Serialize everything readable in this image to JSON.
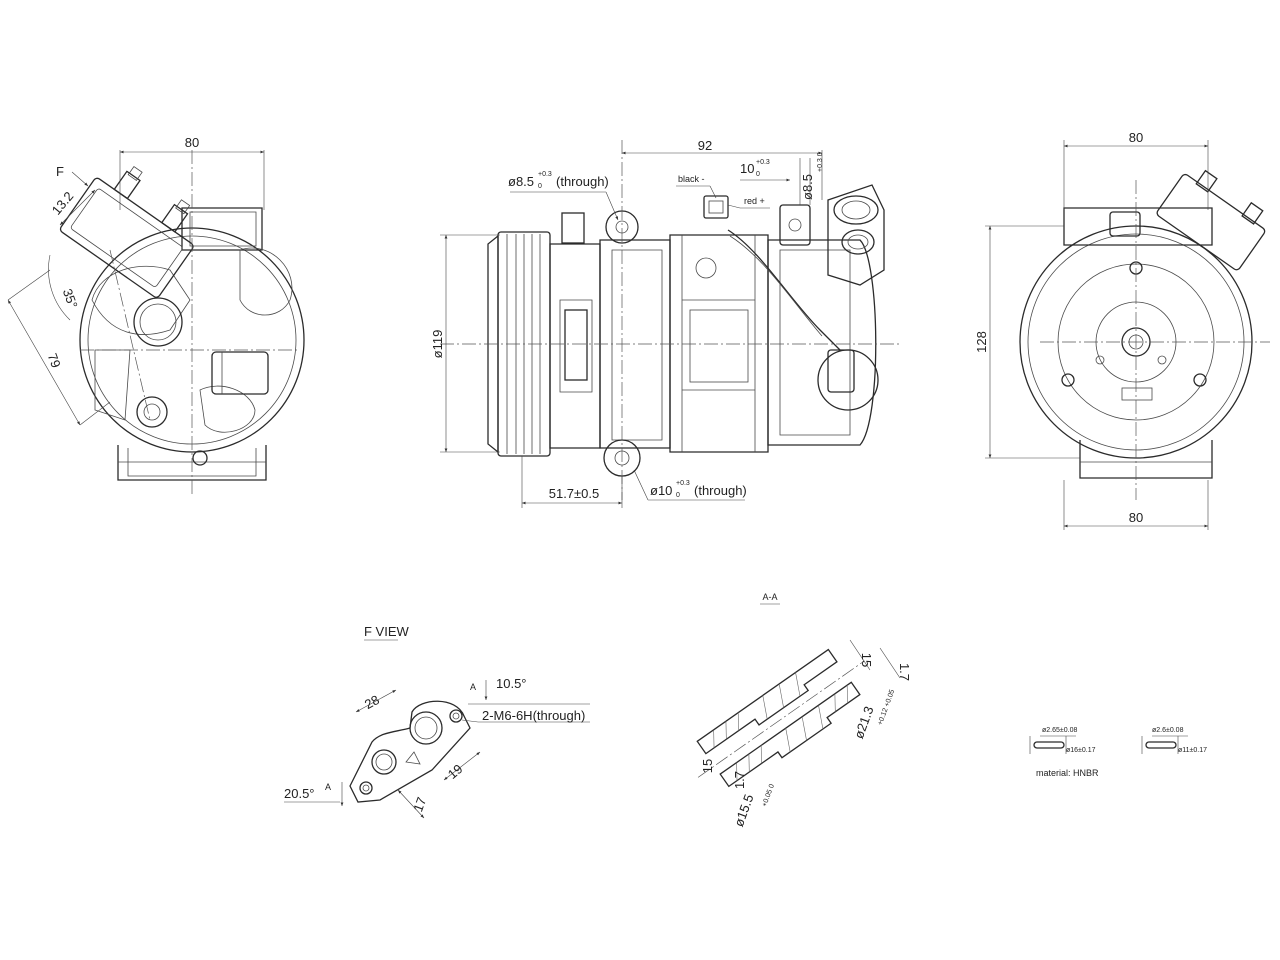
{
  "views": {
    "f_view": "F VIEW",
    "section_aa": "A-A",
    "view_arrow_f": "F",
    "section_letter_a": "A"
  },
  "dimensions": {
    "left_width_top": "80",
    "left_angle_dim": "13.2",
    "left_angle": "35°",
    "left_length": "79",
    "center_length": "92",
    "center_dia_body": "ø119",
    "center_offset": "51.7±0.5",
    "center_hole_top_main": "ø8.5",
    "center_hole_top_tol_upper": "+0.3",
    "center_hole_top_tol_lower": "0",
    "center_hole_top_note": "(through)",
    "center_spacing_main": "10",
    "center_spacing_tol_upper": "+0.3",
    "center_spacing_tol_lower": "0",
    "center_hole_right_main": "ø8.5",
    "center_hole_right_tol": "+0.3 0",
    "center_hole_bottom_main": "ø10",
    "center_hole_bottom_tol_upper": "+0.3",
    "center_hole_bottom_tol_lower": "0",
    "center_hole_bottom_note": "(through)",
    "right_width_top": "80",
    "right_width_bottom": "80",
    "right_height": "128",
    "fview_28": "28",
    "fview_angle_top": "10.5°",
    "fview_thread": "2-M6-6H(through)",
    "fview_19": "19",
    "fview_17": "17",
    "fview_angle_bottom": "20.5°",
    "aa_15_top": "15",
    "aa_1_7_top": "1.7",
    "aa_dia_outer": "ø21.3",
    "aa_dia_outer_tol": "+0.12 +0.05",
    "aa_15_bottom": "15",
    "aa_1_7_bottom": "1.7",
    "aa_dia_inner": "ø15.5",
    "aa_dia_inner_tol": "+0.05 0"
  },
  "wires": {
    "black": "black -",
    "red": "red +"
  },
  "seals": {
    "seal1_section": "ø2.65±0.08",
    "seal1_id": "ø16±0.17",
    "seal2_section": "ø2.6±0.08",
    "seal2_id": "ø11±0.17",
    "material": "material: HNBR"
  }
}
